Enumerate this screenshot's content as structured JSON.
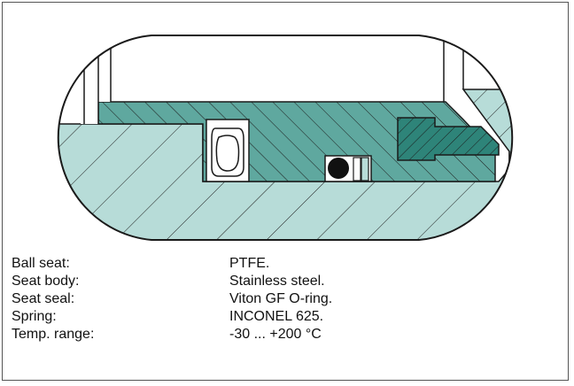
{
  "specs": [
    {
      "label": "Ball seat:",
      "value": "PTFE."
    },
    {
      "label": "Seat body:",
      "value": "Stainless steel."
    },
    {
      "label": "Seat seal:",
      "value": "Viton GF O-ring."
    },
    {
      "label": "Spring:",
      "value": "INCONEL 625."
    },
    {
      "label": "Temp. range:",
      "value": "-30 ... +200 °C"
    }
  ],
  "colors": {
    "body_fill": "#b7dcd8",
    "seat_fill": "#5fa89f",
    "insert_fill": "#2e8479",
    "outline": "#1a1a1a",
    "oring": "#111111"
  }
}
